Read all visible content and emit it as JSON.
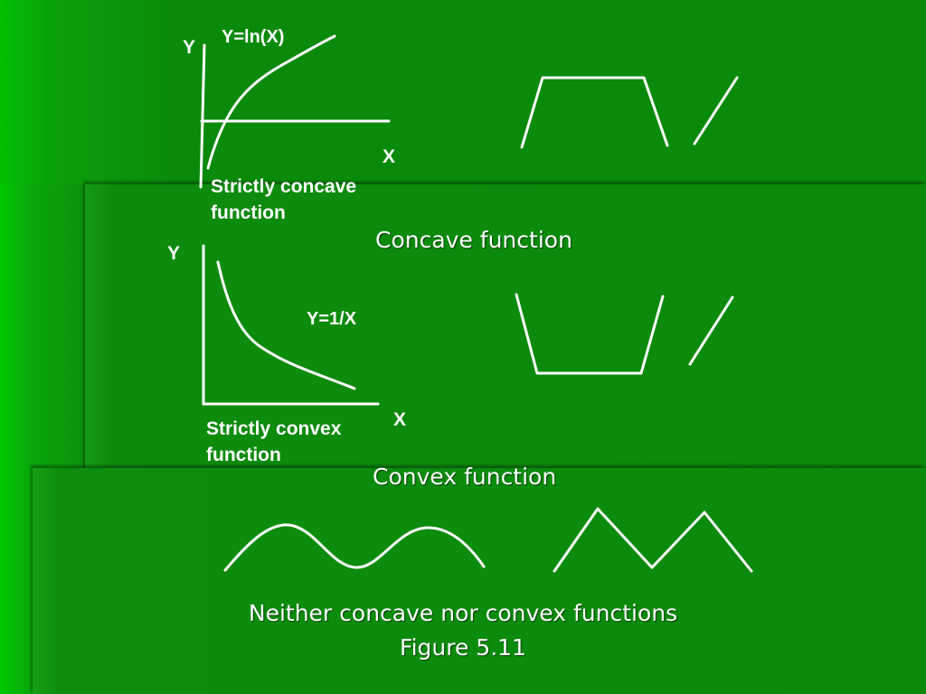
{
  "top_graph": {
    "y_axis": "Y",
    "x_axis": "X",
    "curve_label": "Y=ln(X)",
    "description_line1": "Strictly concave",
    "description_line2": "function"
  },
  "middle_graph": {
    "y_axis": "Y",
    "x_axis": "X",
    "curve_label": "Y=1/X",
    "description_line1": "Strictly convex",
    "description_line2": "function"
  },
  "captions": {
    "concave": "Concave function",
    "convex": "Convex function",
    "neither": "Neither concave nor convex functions",
    "figure": "Figure 5.11"
  },
  "colors": {
    "background": "#0a8a0a",
    "stroke": "#ffffff",
    "text": "#ffffff"
  }
}
